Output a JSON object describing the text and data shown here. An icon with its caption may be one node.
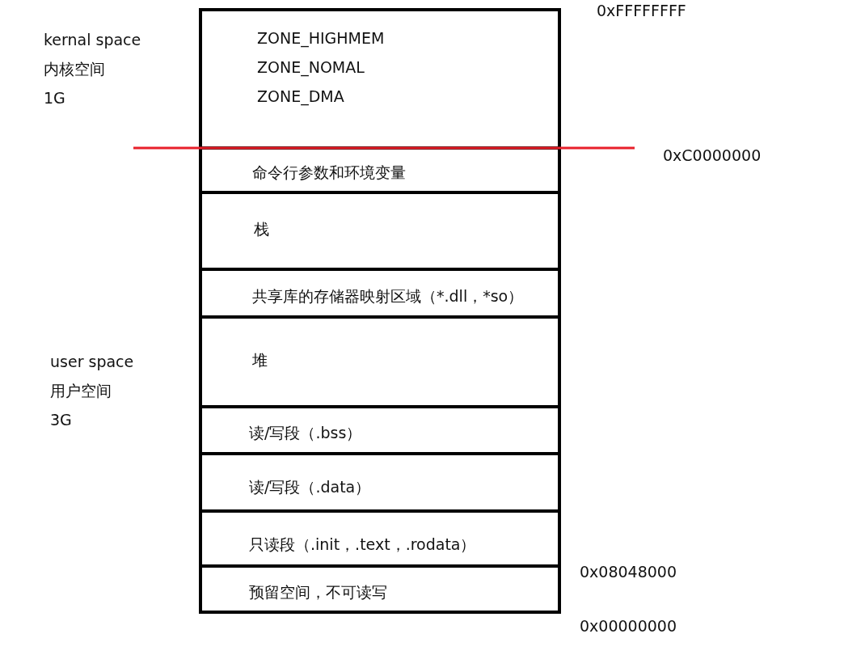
{
  "diagram": {
    "nodes": [
      {
        "text": [
          "ZONE_HIGHMEM",
          "ZONE_NOMAL",
          "ZONE_DMA"
        ]
      },
      {
        "text": [
          "命令行参数和环境变量"
        ]
      },
      {
        "text": [
          "栈"
        ]
      },
      {
        "text": [
          "共享库的存储器映射区域（*.dll，*so）"
        ]
      },
      {
        "text": [
          "堆"
        ]
      },
      {
        "text": [
          "读/写段（.bss）"
        ]
      },
      {
        "text": [
          "读/写段（.data）"
        ]
      },
      {
        "text": [
          "只读段（.init，.text，.rodata）"
        ]
      },
      {
        "text": [
          "预留空间，不可读写"
        ]
      }
    ],
    "labels": [
      "0xFFFFFFFF",
      "kernal space",
      "内核空间",
      "1G",
      "0xC0000000",
      "user space",
      "用户空间",
      "3G",
      "0x08048000",
      "0x00000000"
    ]
  }
}
